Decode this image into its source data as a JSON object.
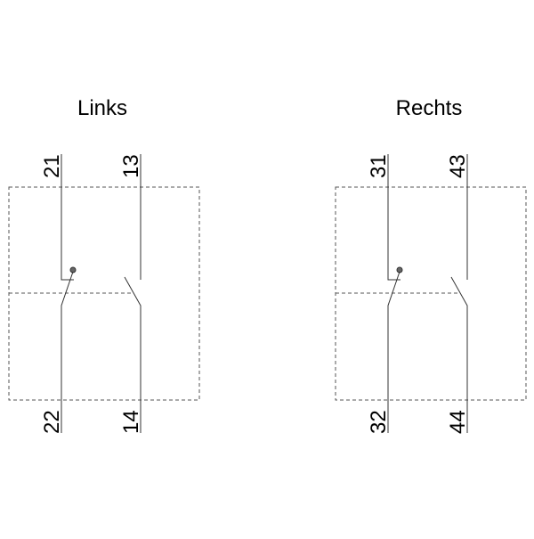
{
  "blocks": [
    {
      "title": "Links",
      "nc_top": "21",
      "nc_bottom": "22",
      "no_top": "13",
      "no_bottom": "14"
    },
    {
      "title": "Rechts",
      "nc_top": "31",
      "nc_bottom": "32",
      "no_top": "43",
      "no_bottom": "44"
    }
  ]
}
